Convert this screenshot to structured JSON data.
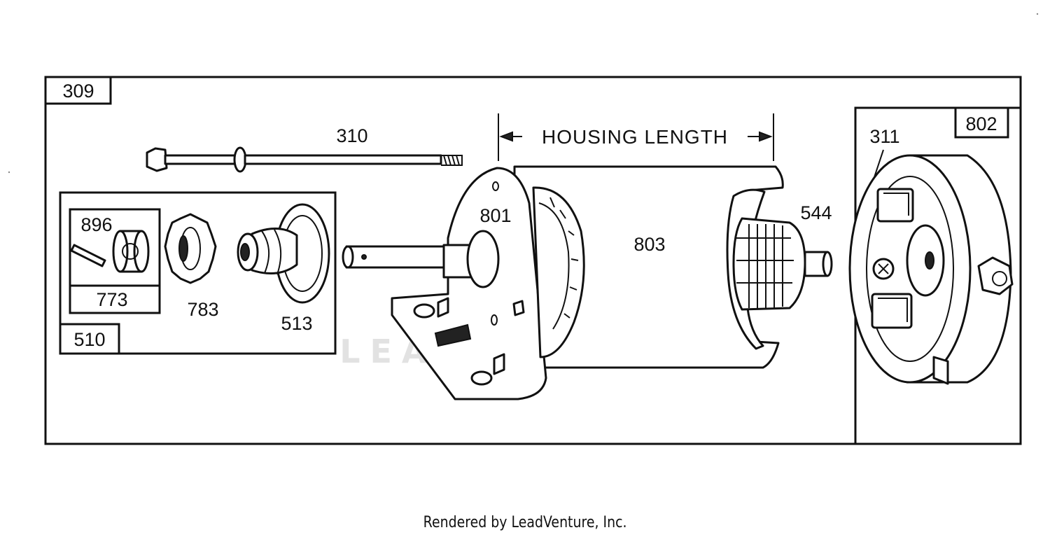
{
  "diagram": {
    "watermark": "LEADVENTURE",
    "heading": "HOUSING LENGTH",
    "part_labels": {
      "frame": "309",
      "through_bolt": "310",
      "brush_assembly": "311",
      "drive_kit": "510",
      "pinion_gear": "513",
      "armature_end": "544",
      "pin": "896",
      "retainer": "773",
      "gear": "783",
      "drive_end_cap": "801",
      "commutator_cap": "802",
      "housing": "803"
    }
  },
  "footer": {
    "text": "Rendered by LeadVenture, Inc."
  }
}
